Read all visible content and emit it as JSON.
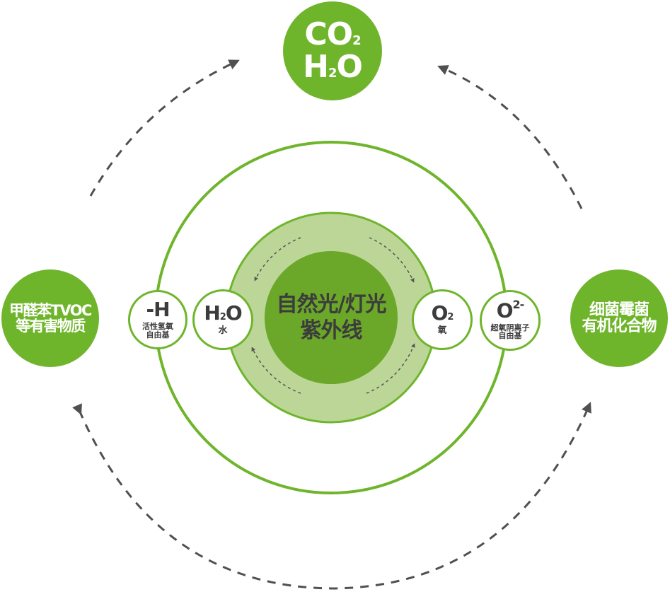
{
  "colors": {
    "primary_green": "#6fb52c",
    "core_green": "#6ba729",
    "ring_light_green": "#bcd698",
    "outline_green": "#6fb52c",
    "arrow_gray": "#505050",
    "text_dark": "#3c3c3c",
    "text_white": "#ffffff"
  },
  "top_node": {
    "line1_main": "CO",
    "line1_sub": "2",
    "line2_main_a": "H",
    "line2_sub": "2",
    "line2_main_b": "O"
  },
  "left_node": {
    "line1": "甲醛苯TVOC",
    "line2": "等有害物质"
  },
  "right_node": {
    "line1": "细菌霉菌",
    "line2": "有机化合物"
  },
  "center": {
    "line1": "自然光/灯光",
    "line2": "紫外线"
  },
  "inner_nodes": {
    "h_radical": {
      "formula": "-H",
      "caption_line1": "活性氢氧",
      "caption_line2": "自由基"
    },
    "water": {
      "formula_a": "H",
      "formula_sub": "2",
      "formula_b": "O",
      "caption": "水"
    },
    "oxygen": {
      "formula": "O",
      "formula_sub": "2",
      "caption": "氧"
    },
    "superoxide": {
      "formula": "O",
      "formula_sup": "2-",
      "caption_line1": "超氧阴离子",
      "caption_line2": "自由基"
    }
  }
}
